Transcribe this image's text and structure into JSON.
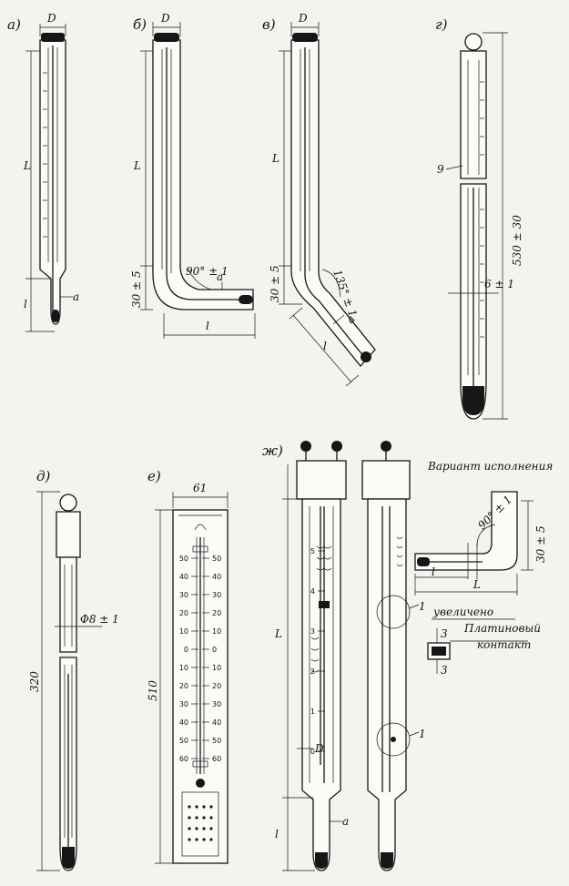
{
  "labels": {
    "a": "а)",
    "b": "б)",
    "v": "в)",
    "g": "г)",
    "d": "д)",
    "e": "е)",
    "zh": "ж)"
  },
  "dims": {
    "D": "D",
    "L": "L",
    "l": "l",
    "a": "a",
    "t30": "30 ± 5",
    "ang90": "90° ± 1",
    "ang135": "135° ± 1",
    "d530": "530 ± 30",
    "d6": "6 ± 1",
    "n9": "9",
    "d320": "320",
    "dphi8": "Φ8 ± 1",
    "d61": "61",
    "d510": "510",
    "c1": "1",
    "c3": "3"
  },
  "notes": {
    "variant": "Вариант исполнения",
    "zoomed": "увеличено",
    "platinum": "Платиновый",
    "contact": "контакт"
  },
  "scale_e": [
    "50",
    "40",
    "30",
    "20",
    "10",
    "0",
    "10",
    "20",
    "30",
    "40",
    "50",
    "60"
  ],
  "scale_zh": [
    "5",
    "4",
    "3",
    "2",
    "1",
    "0"
  ]
}
